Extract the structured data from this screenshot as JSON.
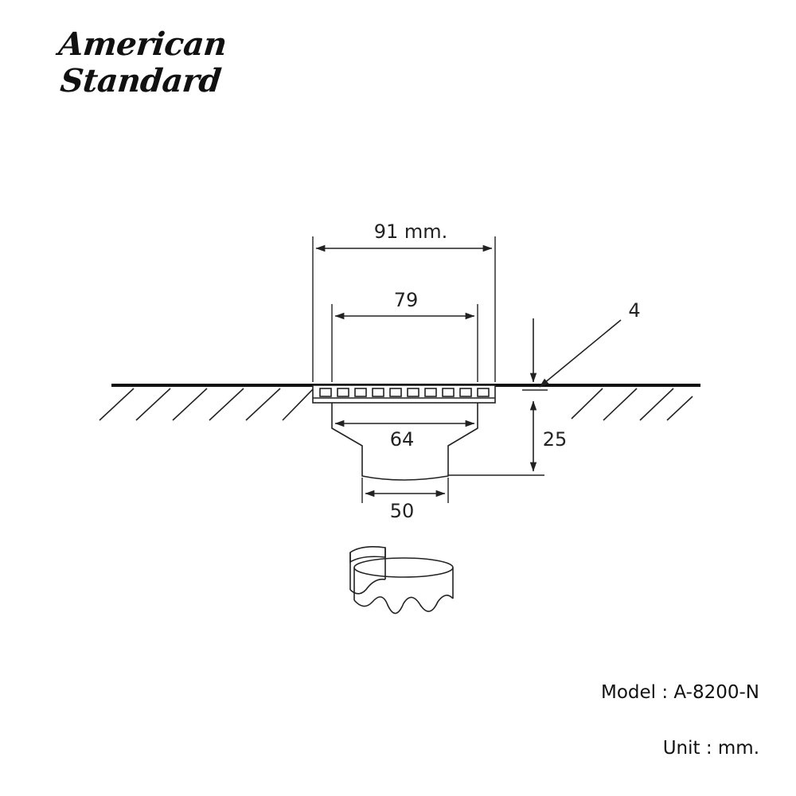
{
  "brand": {
    "line1": "American",
    "line2": "Standard"
  },
  "dimensions": {
    "overall_width": "91 mm.",
    "grate_width": "79",
    "body_width": "64",
    "outlet_width": "50",
    "depth": "25",
    "flange_thickness": "4"
  },
  "footer": {
    "model": "Model : A-8200-N",
    "unit": "Unit : mm."
  },
  "colors": {
    "line": "#222222",
    "floor": "#111111",
    "background": "#ffffff"
  }
}
